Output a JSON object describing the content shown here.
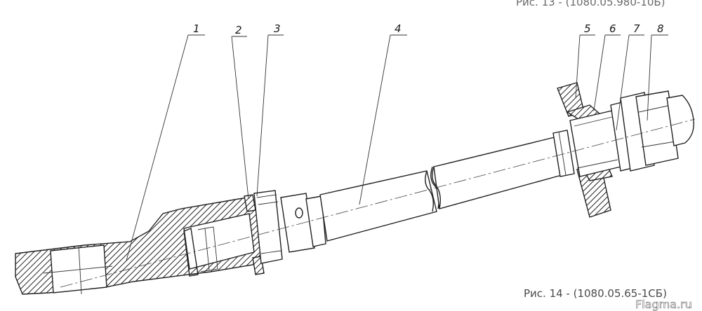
{
  "figure": {
    "caption_top": "Рис. 13 - (1080.05.980-10Б)",
    "caption": "Рис. 14 - (1080.05.65-1СБ)",
    "watermark": "Flagma.ru"
  },
  "callouts": [
    {
      "id": "1",
      "label": "1"
    },
    {
      "id": "2",
      "label": "2"
    },
    {
      "id": "3",
      "label": "3"
    },
    {
      "id": "4",
      "label": "4"
    },
    {
      "id": "5",
      "label": "5"
    },
    {
      "id": "6",
      "label": "6"
    },
    {
      "id": "7",
      "label": "7"
    },
    {
      "id": "8",
      "label": "8"
    }
  ]
}
